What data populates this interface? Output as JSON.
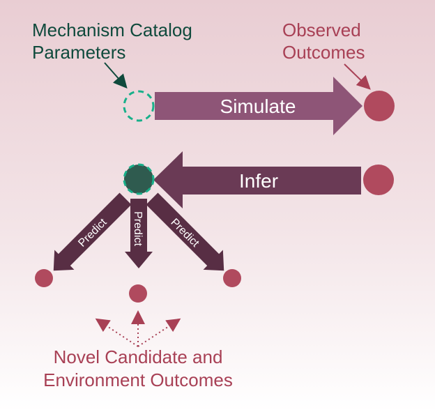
{
  "labels": {
    "mechanism_line1": "Mechanism Catalog",
    "mechanism_line2": "Parameters",
    "observed_line1": "Observed",
    "observed_line2": "Outcomes",
    "simulate": "Simulate",
    "infer": "Infer",
    "predict_left": "Predict",
    "predict_mid": "Predict",
    "predict_right": "Predict",
    "novel_line1": "Novel Candidate and",
    "novel_line2": "Environment Outcomes"
  },
  "colors": {
    "green_label": "#0f4a3c",
    "red_label": "#a84055",
    "simulate_arrow": "#8e5577",
    "infer_arrow": "#6a3a55",
    "predict_arrow": "#582e44",
    "outcome_node": "#b04a5e",
    "param_node_fill": "#2f5b4f",
    "param_node_dash": "#18b08a"
  }
}
